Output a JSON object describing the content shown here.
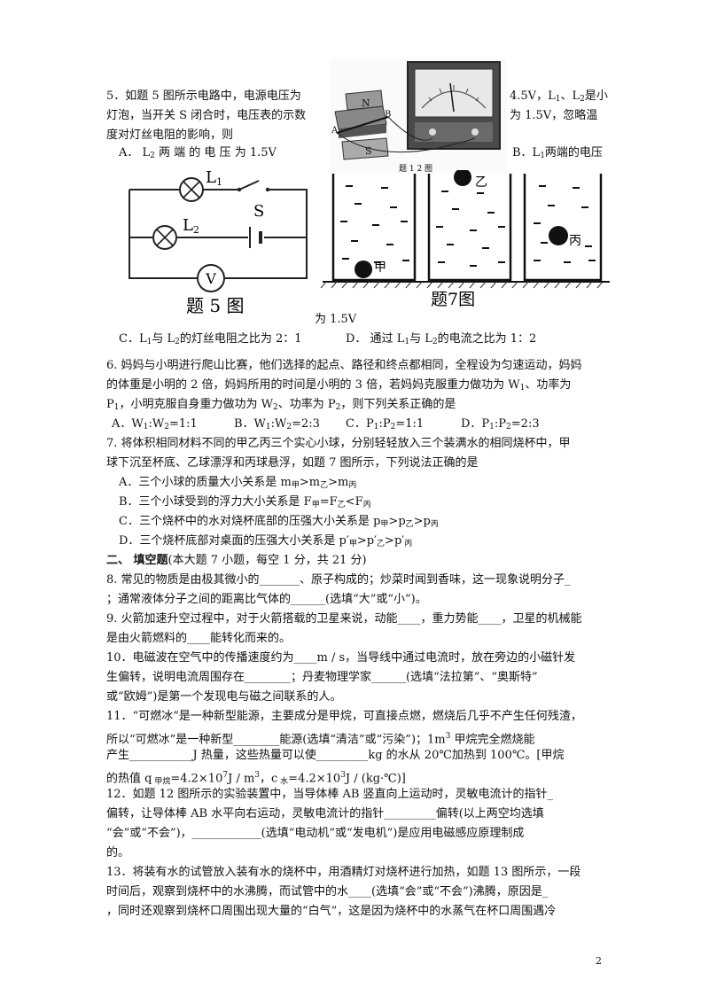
{
  "q5": {
    "l1a": "5．如题 5 图所示电路中，电源电压为",
    "l1b": "4.5V，L",
    "l1c": "、L",
    "l1d": "是小",
    "l2a": "灯泡，当开关 S 闭合时，电压表的示数",
    "l2b": "为 1.5V，忽略温",
    "l3": "度对灯丝电阻的影响，则",
    "optA": "A． L",
    "optA2": "两 端 的 电 压 为 1.5V",
    "optB": "B．L",
    "optB2": "两端的电压",
    "optB_cont": "为 1.5V",
    "optC": "C．L",
    "optC2": "与 L",
    "optC3": "的灯丝电阻之比为 2：1",
    "optD": "D． 通过 L",
    "optD2": "与 L",
    "optD3": "的电流之比为 1：2",
    "fig_caption": "题 5 图",
    "label_L1": "L",
    "label_L2": "L",
    "label_S": "S",
    "label_V": "V",
    "sub1": "1",
    "sub2": "2"
  },
  "fig12": {
    "caption": "题 1 2 图",
    "label_N": "N",
    "label_B": "B",
    "label_A": "A",
    "label_S": "S"
  },
  "fig7": {
    "caption": "题7图",
    "ball1": "甲",
    "ball2": "乙",
    "ball3": "丙"
  },
  "q6": {
    "l1": "6. 妈妈与小明进行爬山比赛，他们选择的起点、路径和终点都相同，全程设为匀速运动，妈妈",
    "l2": "的体重是小明的 2 倍，妈妈所用的时间是小明的 3 倍，若妈妈克服重力做功为 W",
    "l2b": "、功率为",
    "l3a": "P",
    "l3b": "，小明克服自身重力做功为 W",
    "l3c": "、功率为 P",
    "l3d": "，则下列关系正确的是",
    "optA": "A．W",
    "optA2": ":W",
    "optA3": "=1:1",
    "optB": "B．W",
    "optB2": ":W",
    "optB3": "=2:3",
    "optC": "C．P",
    "optC2": ":P",
    "optC3": "=1:1",
    "optD": "D．P",
    "optD2": ":P",
    "optD3": "=2:3"
  },
  "q7": {
    "l1": "7. 将体积相同材料不同的甲乙丙三个实心小球，分别轻轻放入三个装满水的相同烧杯中，甲",
    "l2": "球下沉至杯底、乙球漂浮和丙球悬浮，如题 7 图所示，下列说法正确的是",
    "optA": "A．三个小球的质量大小关系是 m",
    "optA_s1": "甲",
    "optA2": ">m",
    "optA_s2": "乙",
    "optA3": ">m",
    "optA_s3": "丙",
    "optB": "B．三个小球受到的浮力大小关系是 F",
    "optB_s1": "甲",
    "optB2": "=F",
    "optB_s2": "乙",
    "optB3": "<F",
    "optB_s3": "丙",
    "optC": "C．三个烧杯中的水对烧杯底部的压强大小关系是 p",
    "optC_s1": "甲",
    "optC2": ">p",
    "optC_s2": "乙",
    "optC3": ">p",
    "optC_s3": "丙",
    "optD": "D．三个烧杯底部对桌面的压强大小关系是 p′",
    "optD_s1": "甲",
    "optD2": ">p′",
    "optD_s2": "乙",
    "optD3": ">p′",
    "optD_s3": "丙"
  },
  "section2": {
    "num": "二、",
    "title": " 填空题",
    "desc": "(本大题 7 小题，每空 1 分，共 21 分)"
  },
  "q8": {
    "l1": "8. 常见的物质是由极其微小的_______、原子构成的；炒菜时闻到香味，这一现象说明分子_",
    "l2": "；通常液体分子之间的距离比气体的______(选填“大”或“小”)。"
  },
  "q9": {
    "l1": "9. 火箭加速升空过程中，对于火箭搭载的卫星来说，动能____，重力势能____，卫星的机械能",
    "l2": "是由火箭燃料的____能转化而来的。"
  },
  "q10": {
    "l1": "10．电磁波在空气中的传播速度约为____m / s，当导线中通过电流时，放在旁边的小磁针发",
    "l2": "生偏转，说明电流周围存在________；丹麦物理学家______(选填“法拉第”、“奥斯特”",
    "l3": "或“欧姆”)是第一个发现电与磁之间联系的人。"
  },
  "q11": {
    "l1": "11．“可燃冰”是一种新型能源，主要成分是甲烷，可直接点燃，燃烧后几乎不产生任何残渣，",
    "l2a": "所以“可燃冰”是一种新型________能源(选填“清洁”或“污染”)；1m",
    "l2sup": "3",
    "l2b": " 甲烷完全燃烧能",
    "l3": "产生___________J 热量，这些热量可以使_________kg 的水从 20℃加热到 100℃。[甲烷",
    "l4a": "的热值 q",
    "l4s1": " 甲烷",
    "l4b": "=4.2×10",
    "l4sup1": "7",
    "l4c": "J / m",
    "l4sup2": "3",
    "l4d": "，c",
    "l4s2": " 水",
    "l4e": "=4.2×10",
    "l4sup3": "3",
    "l4f": "J / (kg·℃)]"
  },
  "q12": {
    "l1": "12．如题 12 图所示的实验装置中，当导体棒 AB 竖直向上运动时，灵敏电流计的指针_",
    "l2": "偏转，让导体棒 AB 水平向右运动，灵敏电流计的指针_________偏转(以上两空均选填",
    "l3": "“会”或“不会”)，____________(选填“电动机”或“发电机”)是应用电磁感应原理制成",
    "l4": "的。"
  },
  "q13": {
    "l1": "13．将装有水的试管放入装有水的烧杯中，用酒精灯对烧杯进行加热，如题 13 图所示，一段",
    "l2": "时间后，观察到烧杯中的水沸腾，而试管中的水____(选填“会”或“不会”)沸腾，原因是_",
    "l3": "，同时还观察到烧杯口周围出现大量的“白气”，这是因为烧杯中的水蒸气在杯口周围遇冷"
  },
  "page_number": "2"
}
